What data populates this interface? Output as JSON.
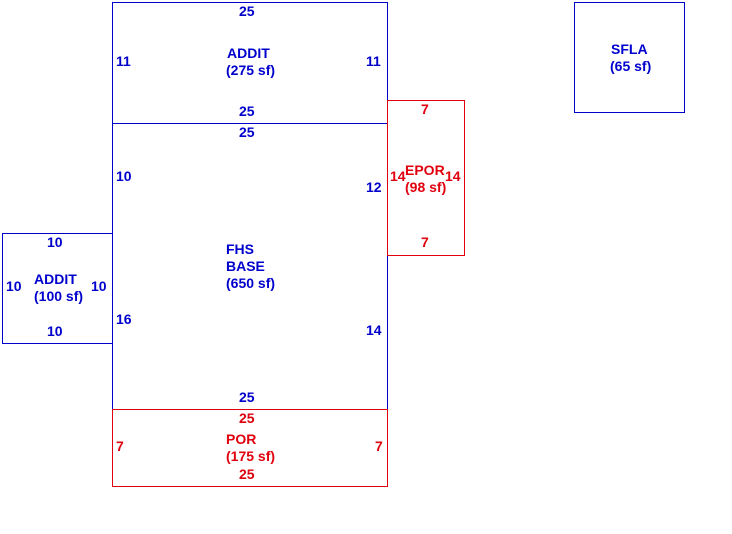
{
  "colors": {
    "blue": "#0000cc",
    "red": "#e0000e"
  },
  "addit_top": {
    "name": "ADDIT",
    "area": "(275 sf)",
    "top": "25",
    "bottom": "25",
    "left": "11",
    "right": "11"
  },
  "fhs_base": {
    "name1": "FHS",
    "name2": "BASE",
    "area": "(650 sf)",
    "top": "25",
    "bottom": "25",
    "left_upper": "10",
    "left_lower": "16",
    "right_upper": "12",
    "right_lower": "14"
  },
  "addit_left": {
    "name": "ADDIT",
    "area": "(100 sf)",
    "top": "10",
    "bottom": "10",
    "left": "10",
    "right": "10"
  },
  "epor": {
    "name": "EPOR",
    "area": "(98 sf)",
    "top": "7",
    "bottom": "7",
    "left": "14",
    "right": "14"
  },
  "por": {
    "name": "POR",
    "area": "(175 sf)",
    "top": "25",
    "bottom": "25",
    "left": "7",
    "right": "7"
  },
  "sfla": {
    "name": "SFLA",
    "area": "(65 sf)"
  }
}
